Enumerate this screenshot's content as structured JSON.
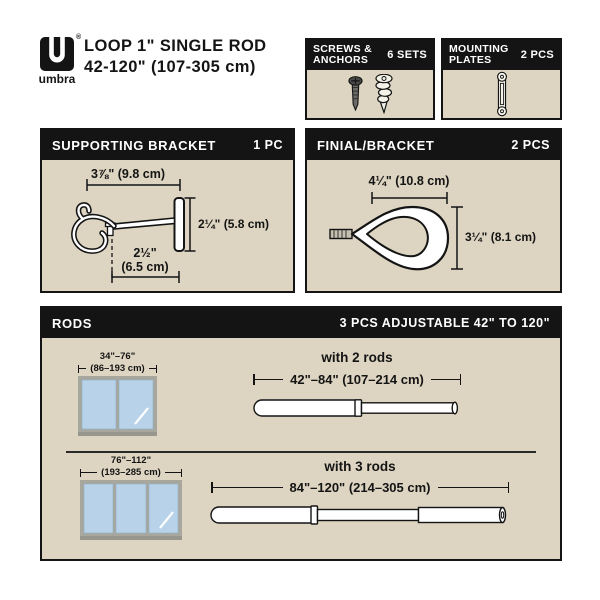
{
  "brand": {
    "name": "umbra",
    "registered": "®"
  },
  "header": {
    "title_line1": "LOOP 1\" SINGLE ROD",
    "title_line2": "42-120\" (107-305 cm)"
  },
  "panels": {
    "screws": {
      "title_line1": "SCREWS &",
      "title_line2": "ANCHORS",
      "qty": "6 SETS",
      "icons": [
        "screw-icon",
        "drywall-anchor-icon"
      ]
    },
    "plates": {
      "title_line1": "MOUNTING",
      "title_line2": "PLATES",
      "qty": "2 PCS",
      "icons": [
        "mounting-plate-icon"
      ]
    },
    "bracket": {
      "title": "SUPPORTING BRACKET",
      "qty": "1 PC",
      "measure_width": "3⅞\" (9.8 cm)",
      "measure_height": "2¼\" (5.8 cm)",
      "measure_depth_line1": "2½\"",
      "measure_depth_line2": "(6.5 cm)"
    },
    "finial": {
      "title": "FINIAL/BRACKET",
      "qty": "2 PCS",
      "measure_width": "4¼\" (10.8 cm)",
      "measure_height": "3¼\" (8.1 cm)"
    },
    "rods": {
      "title": "RODS",
      "qty": "3 PCS ADJUSTABLE 42\" TO 120\"",
      "row1": {
        "window_range": "34\"–76\"",
        "window_range_cm": "(86–193 cm)",
        "config": "with 2 rods",
        "rod_range": "42\"–84\" (107–214 cm)",
        "segments": 2
      },
      "row2": {
        "window_range": "76\"–112\"",
        "window_range_cm": "(193–285 cm)",
        "config": "with 3 rods",
        "rod_range": "84\"–120\" (214–305 cm)",
        "segments": 3
      }
    }
  },
  "colors": {
    "panel_bg": "#ddd5c2",
    "header_bg": "#141414",
    "window_glass": "#b8d3e9",
    "window_frame": "#a8a79d",
    "page_bg": "#ffffff"
  }
}
